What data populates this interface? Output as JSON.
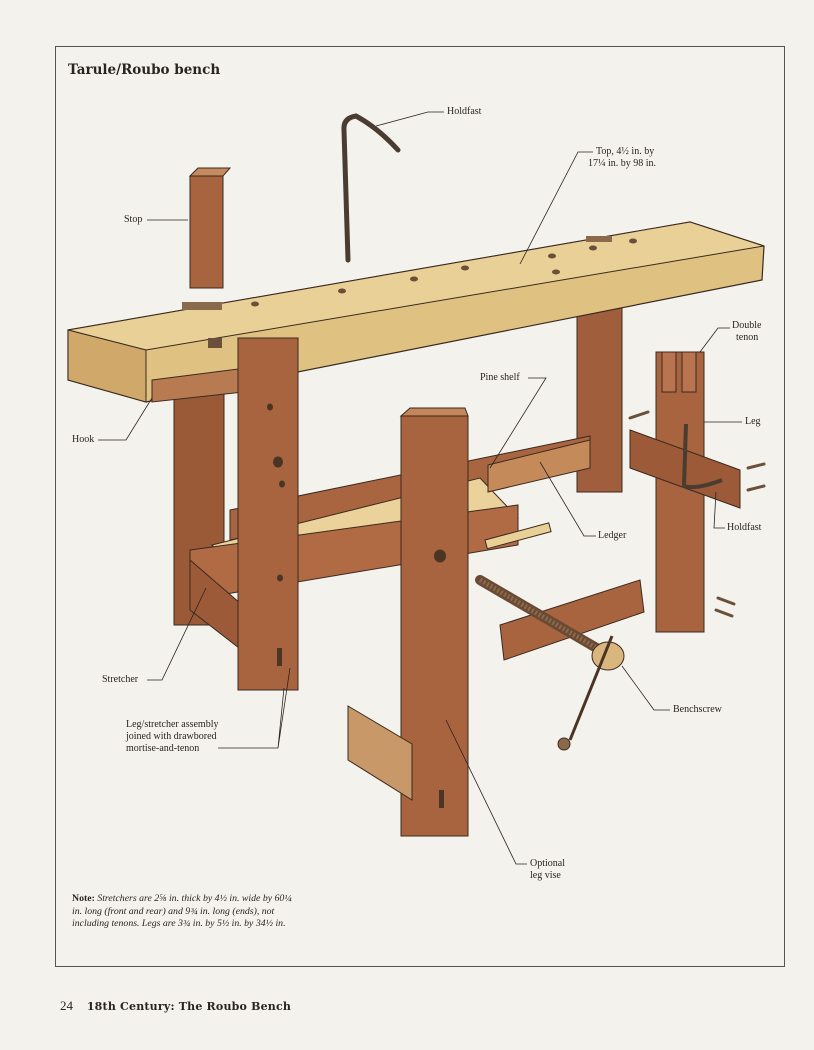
{
  "figure": {
    "title": "Tarule/Roubo bench"
  },
  "callouts": {
    "holdfast_top": "Holdfast",
    "top_line1": "Top, 4½ in. by",
    "top_line2": "17¼ in. by 98 in.",
    "stop": "Stop",
    "double_tenon_1": "Double",
    "double_tenon_2": "tenon",
    "pine_shelf": "Pine shelf",
    "hook": "Hook",
    "leg": "Leg",
    "ledger": "Ledger",
    "holdfast_right": "Holdfast",
    "stretcher": "Stretcher",
    "benchscrew": "Benchscrew",
    "assembly_1": "Leg/stretcher assembly",
    "assembly_2": "joined with drawbored",
    "assembly_3": "mortise-and-tenon",
    "legvise_1": "Optional",
    "legvise_2": "leg vise"
  },
  "note": {
    "label": "Note:",
    "text": "Stretchers are 2⅝ in. thick by 4½ in. wide by 60¼ in. long (front and rear) and 9¾ in. long (ends), not including tenons. Legs are 3¾ in. by 5½ in. by 34½ in."
  },
  "footer": {
    "page_number": "24",
    "chapter": "18th Century: The Roubo Bench"
  },
  "colors": {
    "wood_light": "#e8cf92",
    "wood_top": "#dfc282",
    "wood_dark": "#9c5a3a",
    "wood_mid": "#b87450",
    "ink": "#2a2420"
  }
}
